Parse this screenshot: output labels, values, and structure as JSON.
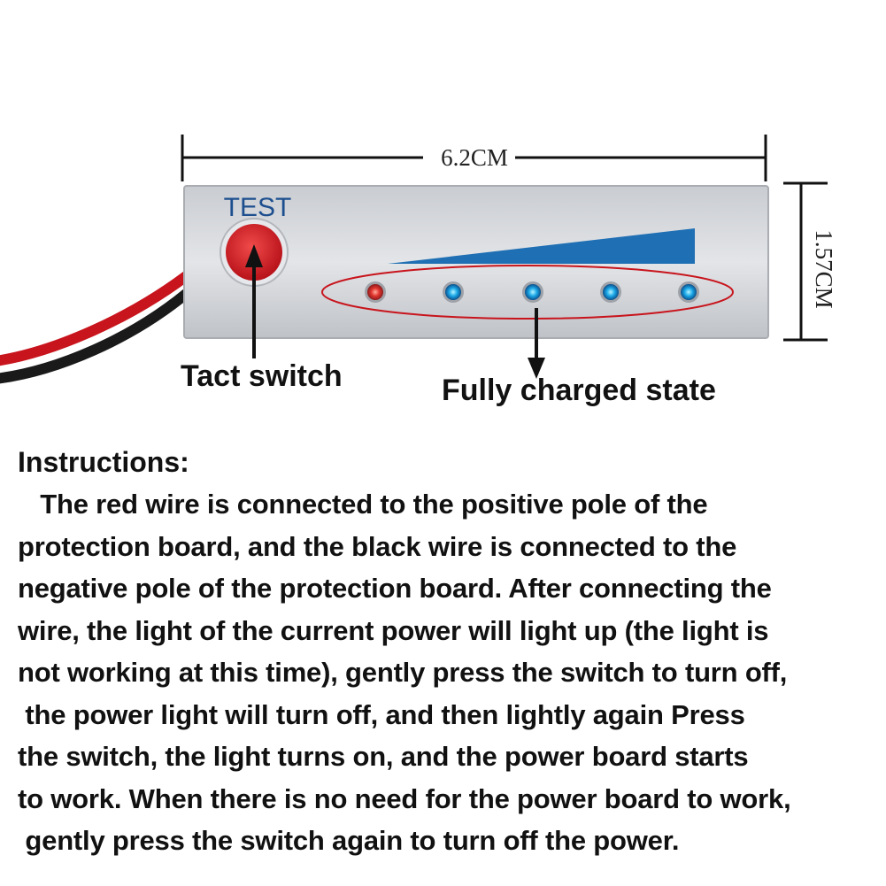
{
  "board": {
    "test_label": "TEST",
    "width_label": "6.2CM",
    "height_label": "1.57CM",
    "leds": [
      {
        "color": "red"
      },
      {
        "color": "blue"
      },
      {
        "color": "blue"
      },
      {
        "color": "blue"
      },
      {
        "color": "blue"
      }
    ]
  },
  "captions": {
    "tact_switch": "Tact switch",
    "fully_charged": "Fully charged state"
  },
  "instructions": {
    "heading": "Instructions:",
    "lines": [
      "   The red wire is connected to the positive pole of the",
      "protection board, and the black wire is connected to the",
      "negative pole of the protection board. After connecting the",
      "wire, the light of the current power will light up (the light is",
      "not working at this time), gently press the switch to turn off,",
      " the power light will turn off, and then lightly again Press",
      "the switch, the light turns on, and the power board starts",
      "to work. When there is no need for the power board to work,",
      " gently press the switch again to turn off the power."
    ]
  },
  "colors": {
    "red_wire": "#c8141c",
    "black_wire": "#1a1a1a",
    "panel": "#d6d8dc",
    "bar_blue": "#1f6fb4",
    "led_red": "#e2342e",
    "led_blue": "#1aa8e8",
    "outline_red": "#c8141c"
  }
}
